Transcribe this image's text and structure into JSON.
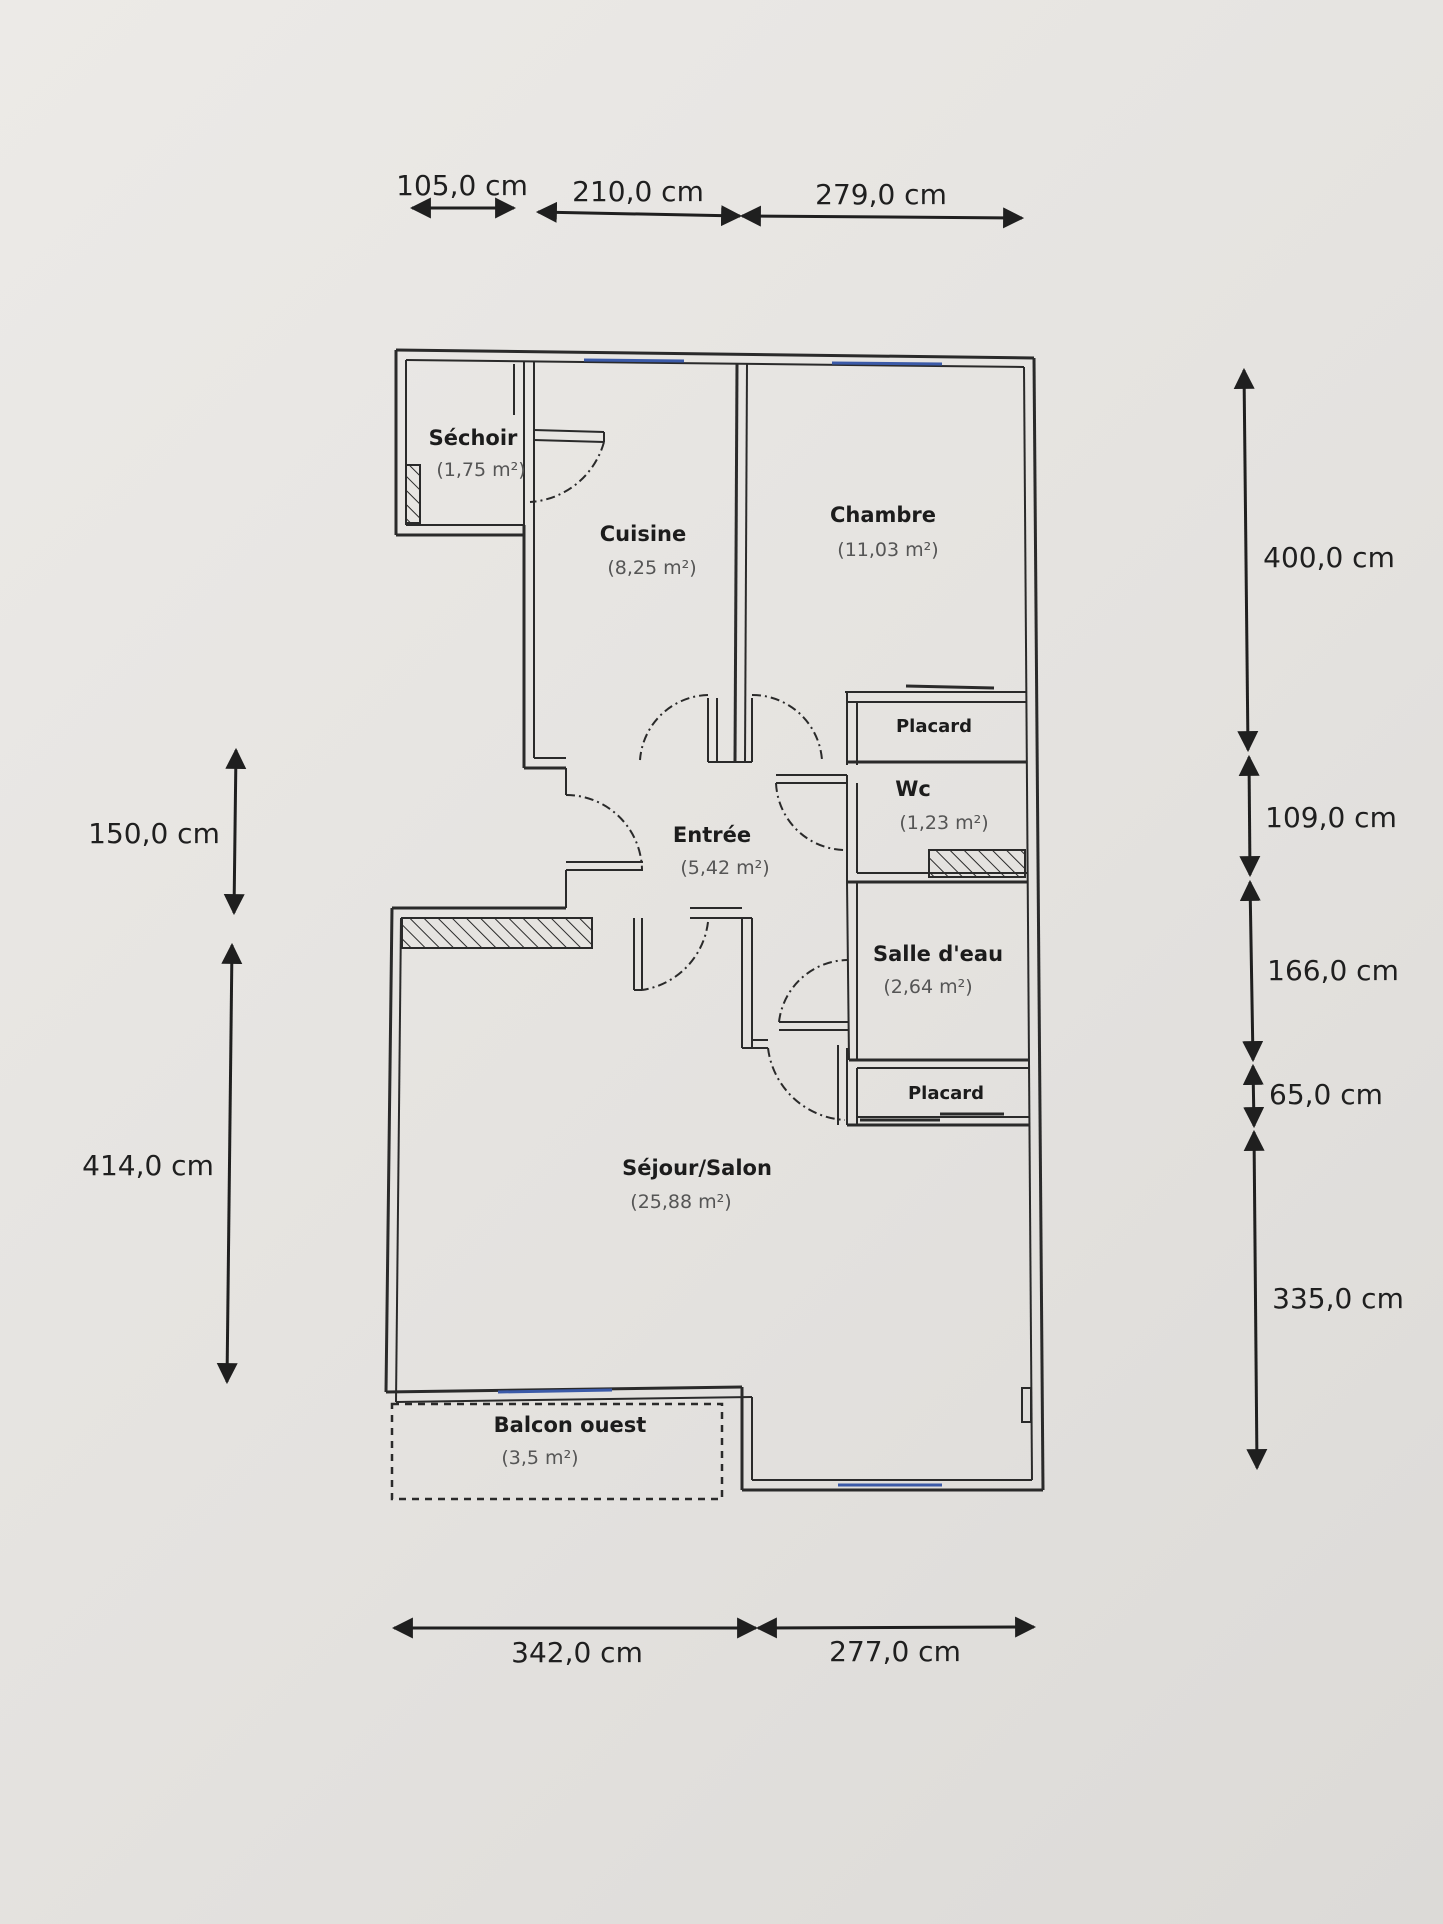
{
  "colors": {
    "paper": "#e8e6e3",
    "ink": "#2a2a2a",
    "window": "#3b5aa8"
  },
  "rooms": [
    {
      "id": "sechoir",
      "name": "Séchoir",
      "area": "(1,75 m²)"
    },
    {
      "id": "cuisine",
      "name": "Cuisine",
      "area": "(8,25 m²)"
    },
    {
      "id": "chambre",
      "name": "Chambre",
      "area": "(11,03 m²)"
    },
    {
      "id": "placard1",
      "name": "Placard"
    },
    {
      "id": "wc",
      "name": "Wc",
      "area": "(1,23 m²)"
    },
    {
      "id": "entree",
      "name": "Entrée",
      "area": "(5,42 m²)"
    },
    {
      "id": "salle",
      "name": "Salle d'eau",
      "area": "(2,64 m²)"
    },
    {
      "id": "placard2",
      "name": "Placard"
    },
    {
      "id": "sejour",
      "name": "Séjour/Salon",
      "area": "(25,88 m²)"
    },
    {
      "id": "balcon",
      "name": "Balcon ouest",
      "area": "(3,5 m²)"
    }
  ],
  "dimensions": {
    "top": [
      "105,0 cm",
      "210,0 cm",
      "279,0 cm"
    ],
    "left": [
      "150,0 cm",
      "414,0 cm"
    ],
    "right": [
      "400,0 cm",
      "109,0 cm",
      "166,0 cm",
      "65,0 cm",
      "335,0 cm"
    ],
    "bottom": [
      "342,0 cm",
      "277,0 cm"
    ]
  }
}
